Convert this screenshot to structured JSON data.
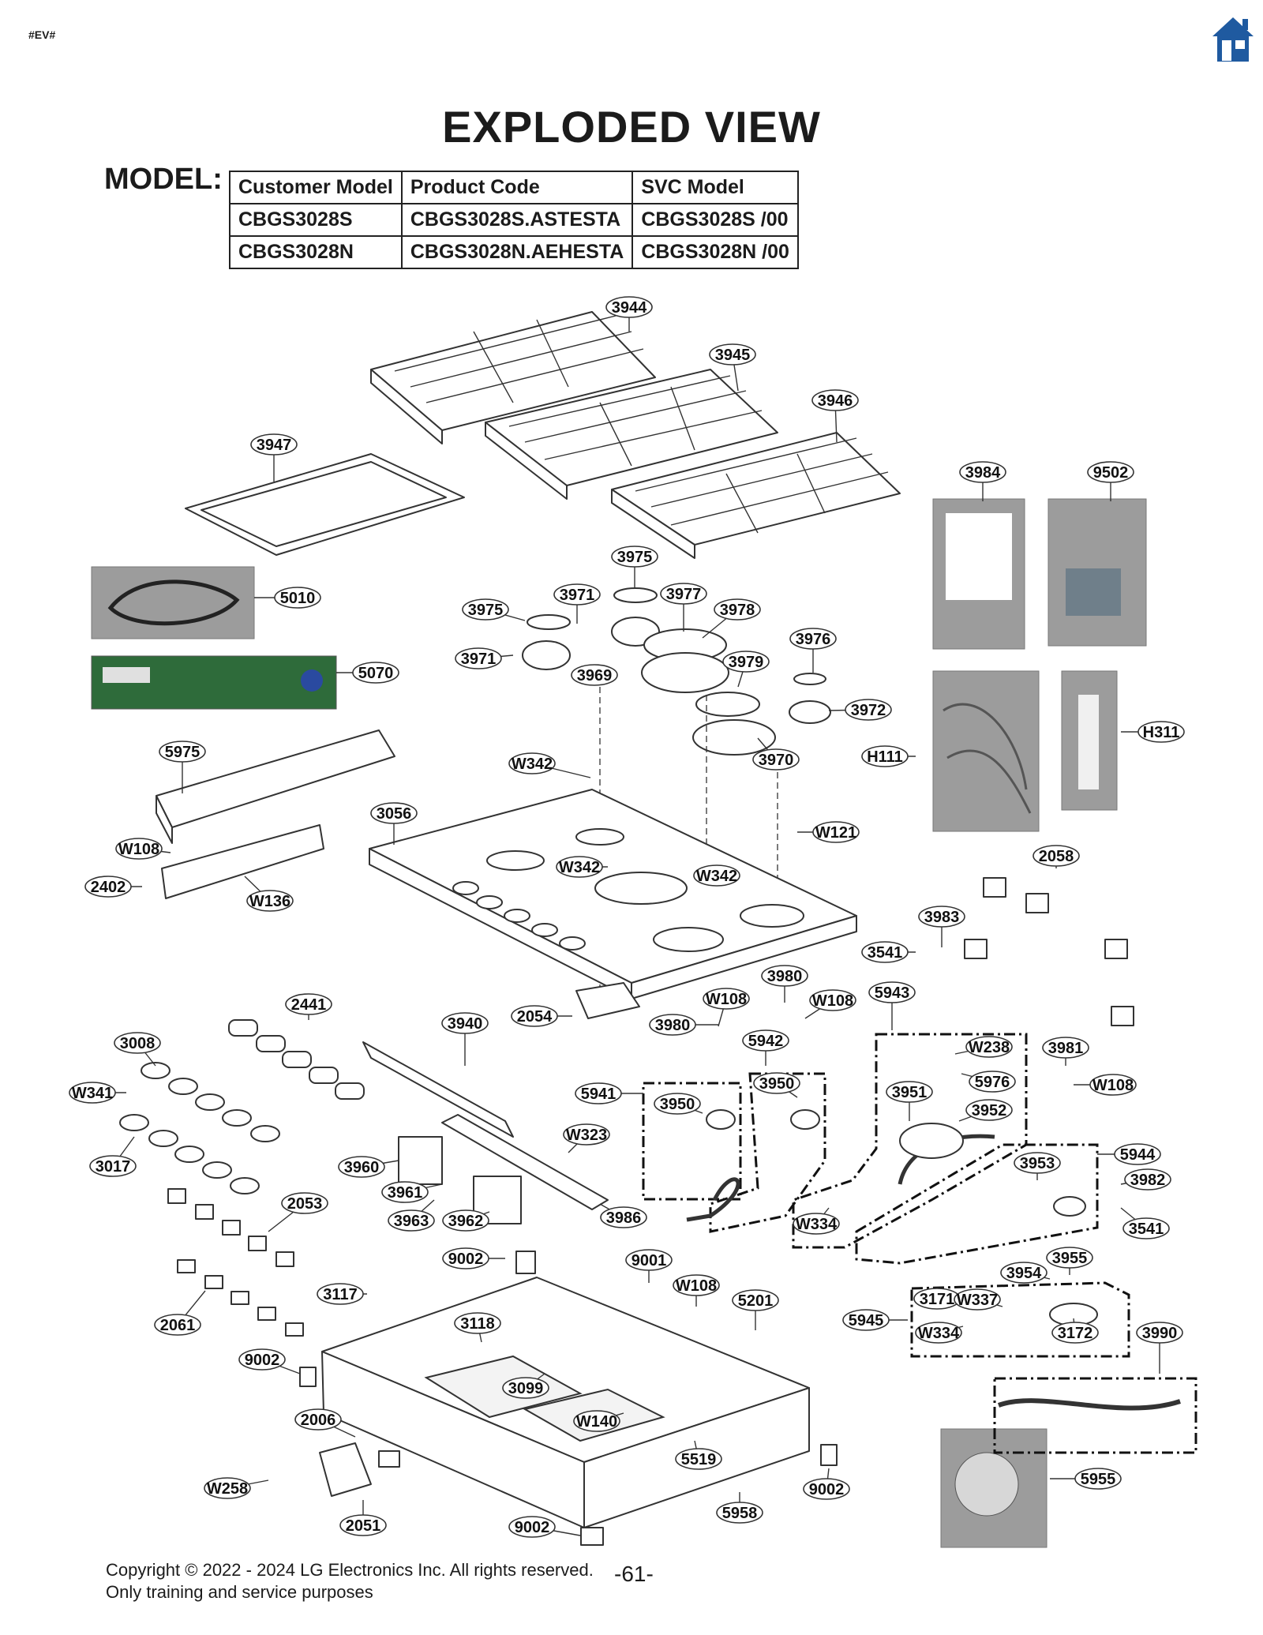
{
  "header": {
    "tag": "#EV#",
    "home_icon": "home-icon",
    "title": "EXPLODED VIEW"
  },
  "model": {
    "label": "MODEL:",
    "columns": [
      "Customer Model",
      "Product Code",
      "SVC Model"
    ],
    "rows": [
      [
        "CBGS3028S",
        "CBGS3028S.ASTESTA",
        "CBGS3028S  /00"
      ],
      [
        "CBGS3028N",
        "CBGS3028N.AEHESTA",
        "CBGS3028N  /00"
      ]
    ]
  },
  "callouts": [
    "3944",
    "3945",
    "3946",
    "3947",
    "3984",
    "9502",
    "3975",
    "3975",
    "3971",
    "3977",
    "3978",
    "5010",
    "3971",
    "3979",
    "3976",
    "3969",
    "5070",
    "3972",
    "3970",
    "H111",
    "H311",
    "5975",
    "W342",
    "3056",
    "W121",
    "W108",
    "W342",
    "W342",
    "2402",
    "W136",
    "2058",
    "3983",
    "3541",
    "3980",
    "2441",
    "W108",
    "W108",
    "5943",
    "2054",
    "3940",
    "3980",
    "3008",
    "5942",
    "W238",
    "3981",
    "5976",
    "W108",
    "3950",
    "W341",
    "5941",
    "3950",
    "3951",
    "3952",
    "W323",
    "5944",
    "3953",
    "3017",
    "3960",
    "3982",
    "3961",
    "2053",
    "3986",
    "3963",
    "3962",
    "W334",
    "3541",
    "9002",
    "9001",
    "3955",
    "3954",
    "W108",
    "5201",
    "3117",
    "3171",
    "W337",
    "5945",
    "2061",
    "3118",
    "W334",
    "3172",
    "3990",
    "9002",
    "3099",
    "2006",
    "W140",
    "5519",
    "5955",
    "W258",
    "9002",
    "2051",
    "9002",
    "5958"
  ],
  "footer": {
    "copyright": "Copyright © 2022 - 2024 LG Electronics Inc. All rights reserved.",
    "note": "Only training and service purposes",
    "page": "-61-"
  }
}
